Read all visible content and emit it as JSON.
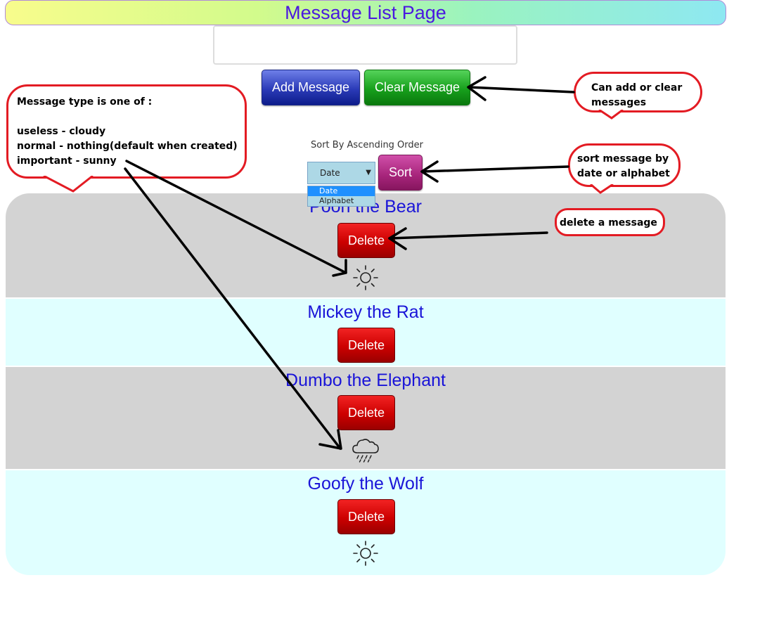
{
  "header": {
    "title": "Message List Page"
  },
  "message_input": {
    "value": "",
    "placeholder": ""
  },
  "buttons": {
    "add": "Add Message",
    "clear": "Clear Message",
    "sort": "Sort"
  },
  "sort": {
    "label": "Sort By Ascending Order",
    "selected": "Date",
    "options": [
      "Date",
      "Alphabet"
    ]
  },
  "messages": [
    {
      "title": "Pooh the Bear",
      "delete_label": "Delete",
      "icon": "sun-icon"
    },
    {
      "title": "Mickey the Rat",
      "delete_label": "Delete",
      "icon": "none"
    },
    {
      "title": "Dumbo the Elephant",
      "delete_label": "Delete",
      "icon": "cloud-rain-icon"
    },
    {
      "title": "Goofy the Wolf",
      "delete_label": "Delete",
      "icon": "sun-icon"
    }
  ],
  "annotations": {
    "type_info": "Message type is one of :\n\nuseless - cloudy\nnormal - nothing(default when created)\nimportant - sunny",
    "add_clear": "Can add or clear\nmessages",
    "sort_info": "sort message by\ndate or alphabet",
    "delete_info": "delete a message"
  },
  "colors": {
    "title": "#4a18e0",
    "message_title": "#1a14d8",
    "row_gray": "#d3d3d3",
    "row_cyan": "#e0ffff",
    "callout_border": "#e31b23"
  }
}
